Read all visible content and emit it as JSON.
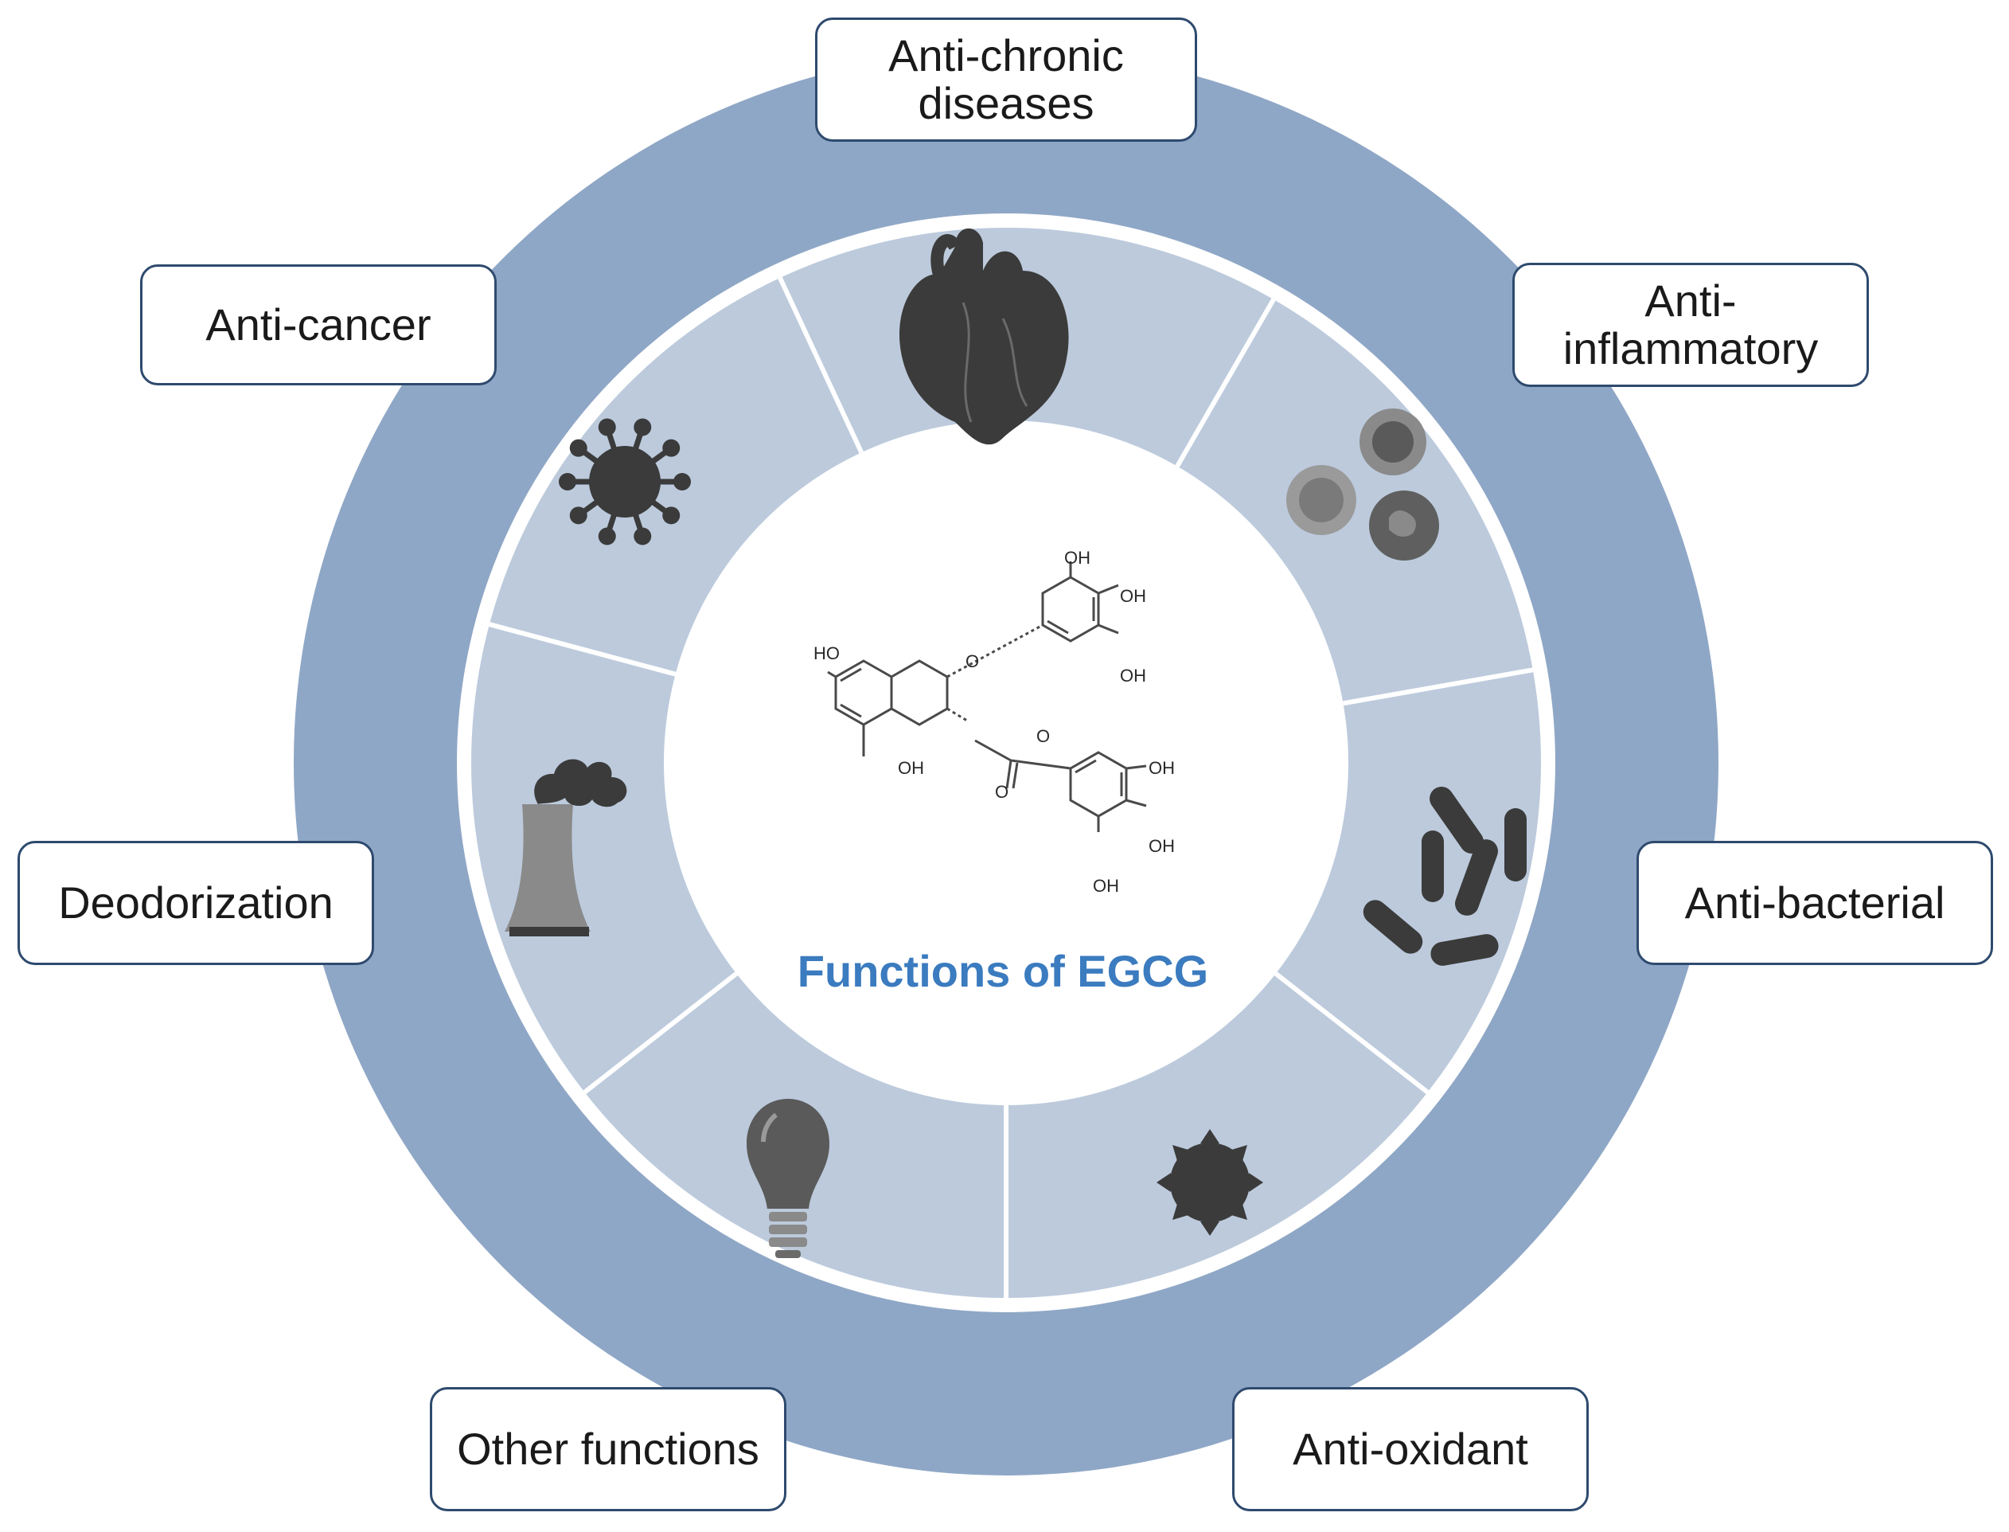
{
  "colors": {
    "outer_ring": "#8fa7c6",
    "segment_fill": "#bccadc",
    "divider": "#ffffff",
    "center": "#ffffff",
    "icon_dark": "#3b3b3b",
    "icon_gray": "#808080",
    "title_blue": "#3b7bbf",
    "box_border": "#2e4a6e"
  },
  "center": {
    "title": "Functions of EGCG",
    "molecule_labels": [
      "HO",
      "O",
      "OH",
      "OH",
      "OH",
      "OH",
      "O",
      "O",
      "OH",
      "OH",
      "OH"
    ]
  },
  "functions": [
    {
      "id": "anti-chronic",
      "label_lines": [
        "Anti-chronic",
        "diseases"
      ],
      "icon": "heart-icon"
    },
    {
      "id": "anti-inflammatory",
      "label_lines": [
        "Anti-",
        "inflammatory"
      ],
      "icon": "immune-cells-icon"
    },
    {
      "id": "anti-bacterial",
      "label_lines": [
        "Anti-bacterial"
      ],
      "icon": "bacteria-icon"
    },
    {
      "id": "anti-oxidant",
      "label_lines": [
        "Anti-oxidant"
      ],
      "icon": "sun-icon"
    },
    {
      "id": "other-functions",
      "label_lines": [
        "Other functions"
      ],
      "icon": "lightbulb-icon"
    },
    {
      "id": "deodorization",
      "label_lines": [
        "Deodorization"
      ],
      "icon": "factory-chimney-icon"
    },
    {
      "id": "anti-cancer",
      "label_lines": [
        "Anti-cancer"
      ],
      "icon": "virus-icon"
    }
  ]
}
